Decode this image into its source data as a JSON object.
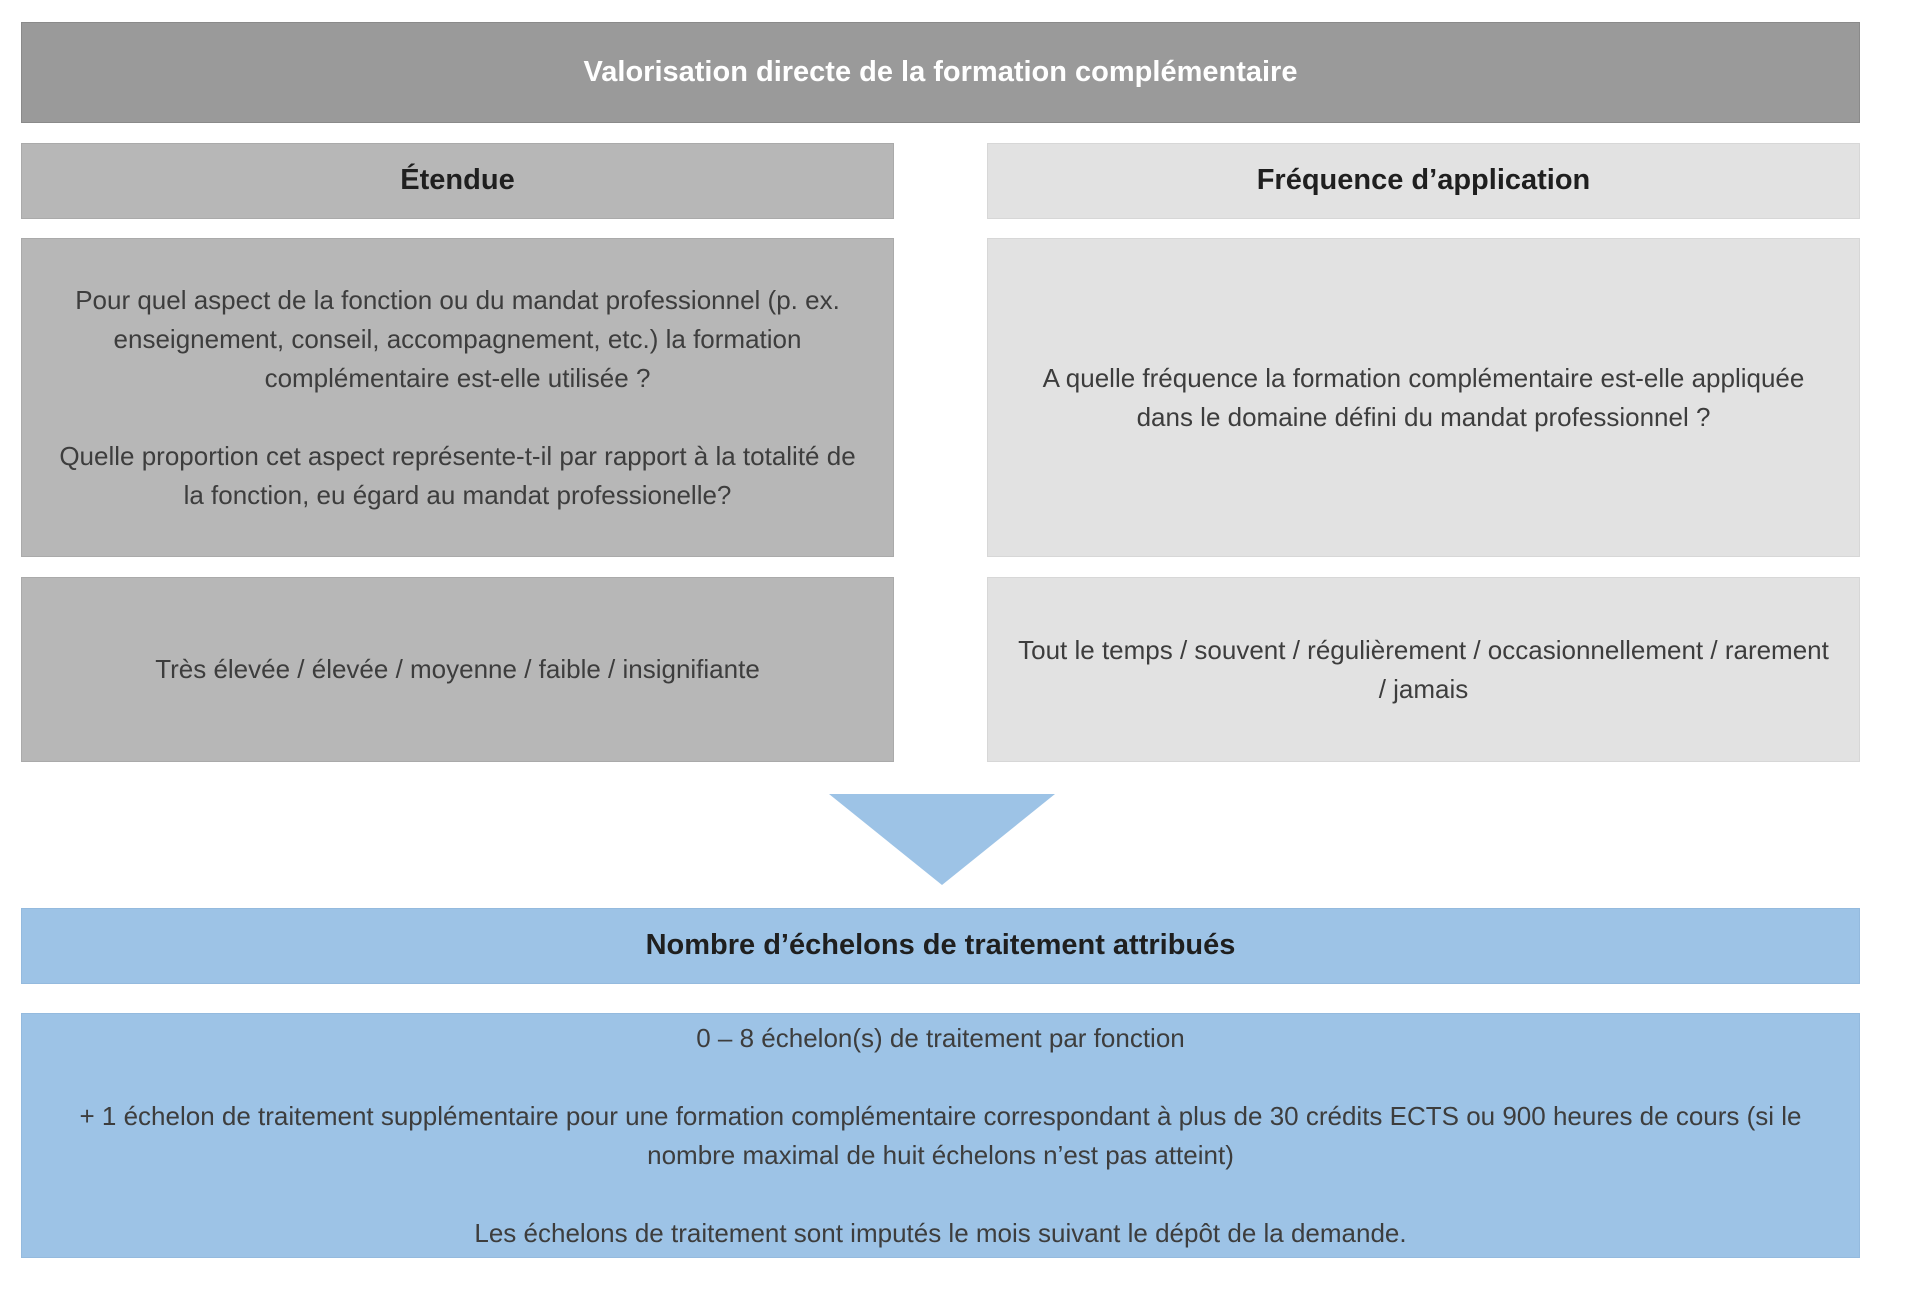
{
  "title": "Valorisation directe de la formation complémentaire",
  "columns": {
    "left": {
      "header": "Étendue",
      "question_paragraphs": [
        "Pour quel aspect de la fonction ou du mandat professionnel (p. ex. enseignement, conseil, accompagnement, etc.) la formation complémentaire est-elle utilisée ?",
        "Quelle proportion cet aspect représente-t-il par rapport à la totalité de la fonction, eu égard au mandat professionelle?"
      ],
      "scale": "Très élevée / élevée / moyenne / faible / insignifiante"
    },
    "right": {
      "header": "Fréquence d’application",
      "question_paragraphs": [
        "A quelle fréquence la formation complémentaire est-elle appliquée dans le domaine défini du mandat professionnel ?"
      ],
      "scale": "Tout le temps / souvent / régulièrement / occasionnellement / rarement / jamais"
    }
  },
  "result": {
    "header": "Nombre d’échelons de traitement attribués",
    "paragraphs": [
      "0 – 8 échelon(s) de traitement par fonction",
      "+ 1 échelon de traitement supplémentaire pour une formation complémentaire correspondant à plus de 30 crédits ECTS ou 900 heures de cours (si le nombre maximal de huit échelons n’est pas atteint)",
      "Les échelons de traitement sont imputés le mois suivant le dépôt de la demande."
    ]
  },
  "icons": {
    "down_arrow": "triangle-down"
  },
  "colors": {
    "title_bar_gray": "#9a9a9a",
    "left_column_gray": "#b7b7b7",
    "right_column_gray": "#e2e2e2",
    "accent_blue": "#9dc3e6",
    "title_text": "#ffffff",
    "heading_text": "#1f1f1f",
    "body_text": "#3d3d3d",
    "background": "#ffffff"
  }
}
